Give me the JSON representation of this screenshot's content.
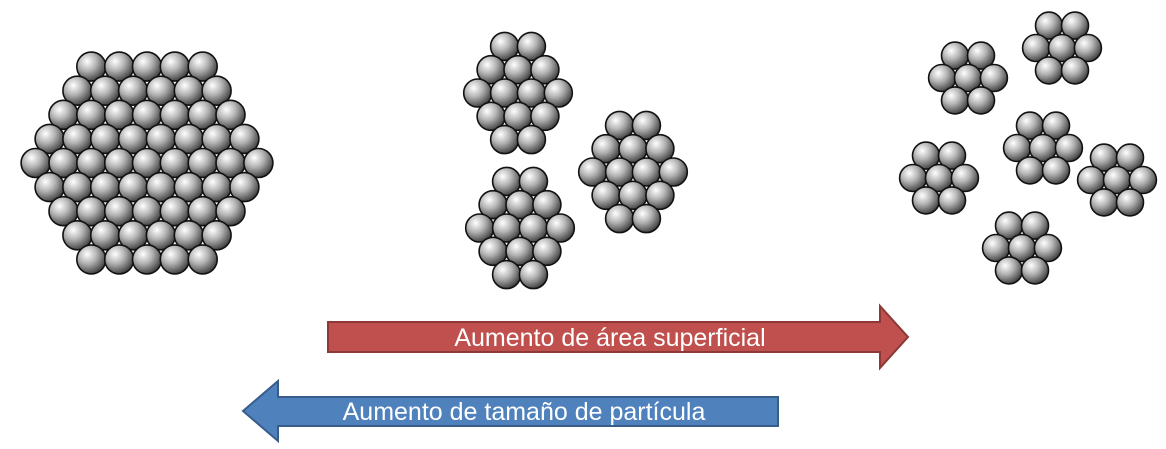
{
  "arrows": {
    "surface_area": {
      "label": "Aumento de área superficial",
      "direction": "right",
      "fill": "#c0504d",
      "stroke": "#8c3836"
    },
    "particle_size": {
      "label": "Aumento de tamaño de partícula",
      "direction": "left",
      "fill": "#4f81bd",
      "stroke": "#385d8a"
    }
  },
  "colors": {
    "sphere_highlight": "#ffffff",
    "sphere_mid": "#b4b4b4",
    "sphere_dark": "#3a3a3a",
    "sphere_outline": "#111111"
  },
  "groups": {
    "single_particle": {
      "cluster_count": 1,
      "sphere_pattern": "large-hexagon"
    },
    "three_particles": {
      "cluster_count": 3,
      "sphere_pattern": "small-hexagon"
    },
    "six_particles": {
      "cluster_count": 6,
      "sphere_pattern": "small-hexagon"
    }
  }
}
